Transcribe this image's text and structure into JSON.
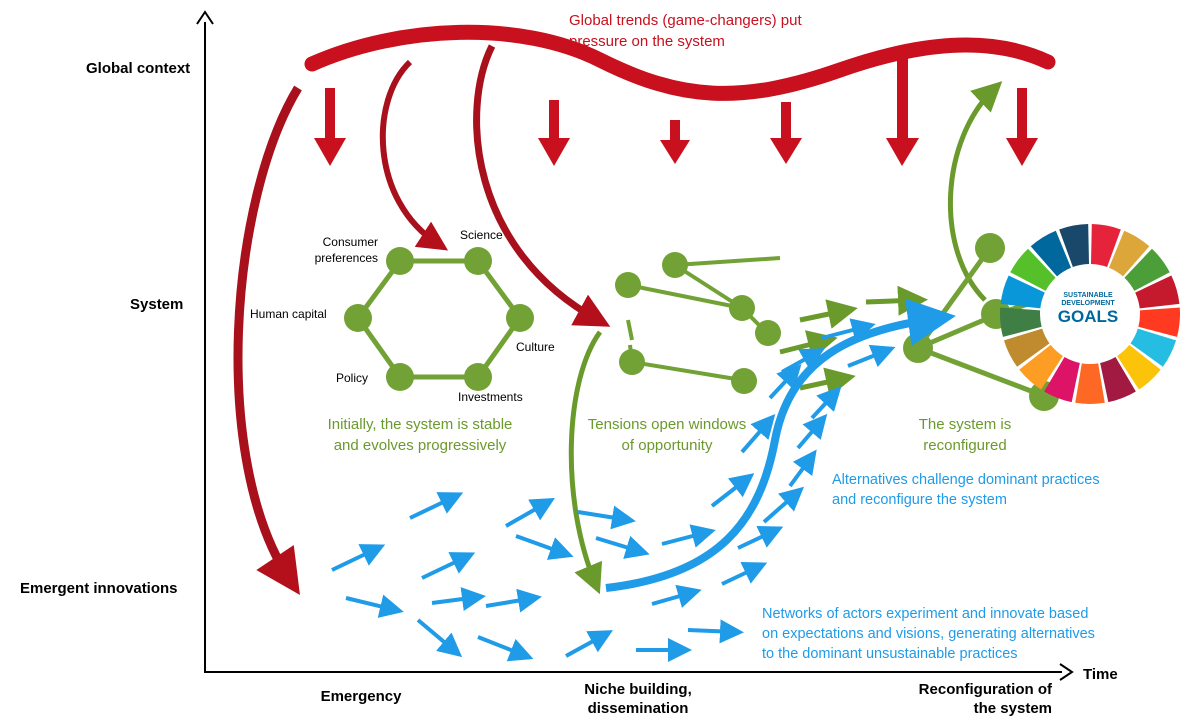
{
  "axes": {
    "global_context": "Global context",
    "system": "System",
    "emergent_innovations": "Emergent innovations",
    "time": "Time"
  },
  "phases": {
    "emergency": "Emergency",
    "niche_line1": "Niche building,",
    "niche_line2": "dissemination",
    "reconfig_line1": "Reconfiguration of",
    "reconfig_line2": "the system"
  },
  "system_nodes": {
    "consumer_line1": "Consumer",
    "consumer_line2": "preferences",
    "science": "Science",
    "human_capital": "Human capital",
    "culture": "Culture",
    "policy": "Policy",
    "investments": "Investments"
  },
  "captions": {
    "global_trends_line1": "Global trends (game-changers) put",
    "global_trends_line2": "pressure on the system",
    "stable_line1": "Initially, the system is stable",
    "stable_line2": "and evolves progressively",
    "tensions_line1": "Tensions open windows",
    "tensions_line2": "of opportunity",
    "reconfigured_line1": "The system is",
    "reconfigured_line2": "reconfigured",
    "alternatives_line1": "Alternatives challenge dominant practices",
    "alternatives_line2": "and reconfigure the system",
    "networks_line1": "Networks of actors experiment and innovate based",
    "networks_line2": "on expectations and visions, generating alternatives",
    "networks_line3": "to the dominant unsustainable practices"
  },
  "sdg": {
    "line1": "SUSTAINABLE",
    "line2": "DEVELOPMENT",
    "line3": "GOALS"
  },
  "colors": {
    "red": "#c8101e",
    "green": "#6a9a2c",
    "blue": "#1f9be8"
  }
}
